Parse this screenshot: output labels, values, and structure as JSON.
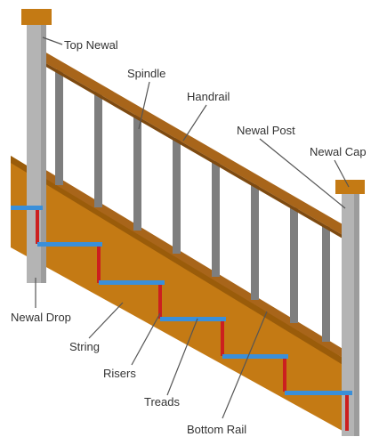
{
  "labels": {
    "top_newal": "Top Newal",
    "spindle": "Spindle",
    "handrail": "Handrail",
    "newal_post": "Newal Post",
    "newal_cap": "Newal Cap",
    "newal_drop": "Newal Drop",
    "string": "String",
    "risers": "Risers",
    "treads": "Treads",
    "bottom_rail": "Bottom Rail"
  },
  "colors": {
    "wood": "#c47a14",
    "wood_dark": "#9a5c0a",
    "handrail": "#a8651a",
    "post": "#b4b4b4",
    "post_dark": "#8e8e8e",
    "spindle": "#7e7e7e",
    "tread": "#3a8fd9",
    "riser": "#cc1f1f",
    "leader": "#555555"
  }
}
